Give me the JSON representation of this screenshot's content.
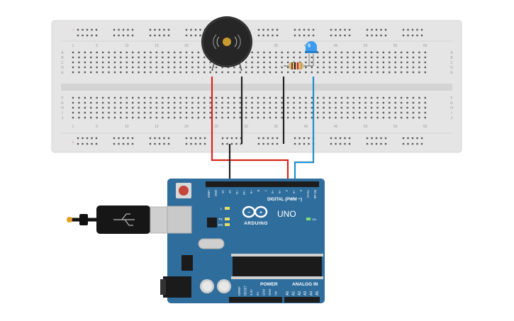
{
  "breadboard": {
    "column_numbers": [
      "1",
      "5",
      "10",
      "15",
      "20",
      "25",
      "30",
      "35",
      "40",
      "45",
      "50",
      "55",
      "60"
    ],
    "row_letters_top": [
      "A",
      "B",
      "C",
      "D",
      "E"
    ],
    "row_letters_bottom": [
      "F",
      "G",
      "H",
      "I",
      "J"
    ]
  },
  "components": {
    "buzzer_glyph": "((•))",
    "led_color": "#3b9cf0"
  },
  "board": {
    "logo": "ARDUINO",
    "model": "UNO",
    "digital_label": "DIGITAL (PWM ~)",
    "power_label": "POWER",
    "analog_label": "ANALOG IN",
    "on_label": "ON",
    "led_l": "L",
    "led_tx": "TX",
    "led_rx": "RX",
    "digital_pins": [
      "AREF",
      "GND",
      "13",
      "12",
      "~11",
      "~10",
      "~9",
      "8",
      "7",
      "~6",
      "~5",
      "4",
      "~3",
      "2",
      "TX➔1",
      "RX◄0"
    ],
    "power_pins": [
      "IOREF",
      "RESET",
      "3.3V",
      "5V",
      "GND",
      "GND",
      "Vin"
    ],
    "analog_pins": [
      "A0",
      "A1",
      "A2",
      "A3",
      "A4",
      "A5"
    ]
  },
  "wires": {
    "red": "#d9261c",
    "black": "#222222",
    "blue": "#1f8fcf"
  }
}
